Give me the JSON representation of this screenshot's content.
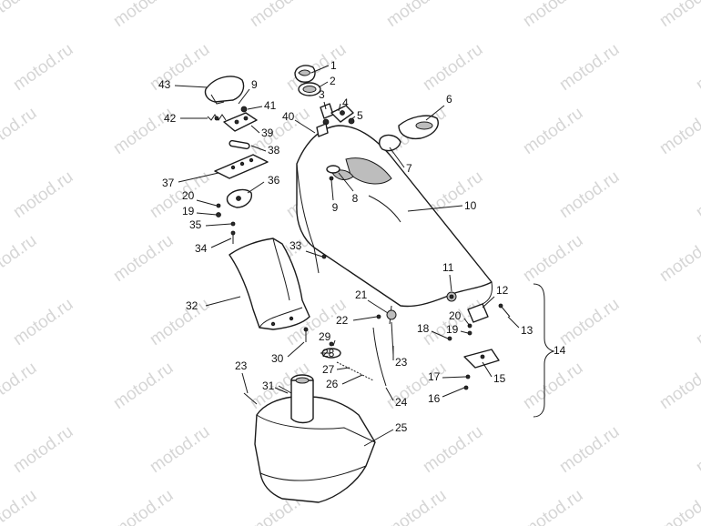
{
  "watermark": "motod.ru",
  "callouts": [
    {
      "id": "1",
      "label": "1"
    },
    {
      "id": "2",
      "label": "2"
    },
    {
      "id": "3",
      "label": "3"
    },
    {
      "id": "4",
      "label": "4"
    },
    {
      "id": "5",
      "label": "5"
    },
    {
      "id": "6",
      "label": "6"
    },
    {
      "id": "7",
      "label": "7"
    },
    {
      "id": "8",
      "label": "8"
    },
    {
      "id": "9a",
      "label": "9"
    },
    {
      "id": "9b",
      "label": "9"
    },
    {
      "id": "10",
      "label": "10"
    },
    {
      "id": "11",
      "label": "11"
    },
    {
      "id": "12",
      "label": "12"
    },
    {
      "id": "13",
      "label": "13"
    },
    {
      "id": "14",
      "label": "14"
    },
    {
      "id": "15",
      "label": "15"
    },
    {
      "id": "16",
      "label": "16"
    },
    {
      "id": "17",
      "label": "17"
    },
    {
      "id": "18",
      "label": "18"
    },
    {
      "id": "19a",
      "label": "19"
    },
    {
      "id": "19b",
      "label": "19"
    },
    {
      "id": "20a",
      "label": "20"
    },
    {
      "id": "20b",
      "label": "20"
    },
    {
      "id": "21",
      "label": "21"
    },
    {
      "id": "22",
      "label": "22"
    },
    {
      "id": "23a",
      "label": "23"
    },
    {
      "id": "23b",
      "label": "23"
    },
    {
      "id": "24",
      "label": "24"
    },
    {
      "id": "25",
      "label": "25"
    },
    {
      "id": "26",
      "label": "26"
    },
    {
      "id": "27",
      "label": "27"
    },
    {
      "id": "28",
      "label": "28"
    },
    {
      "id": "29",
      "label": "29"
    },
    {
      "id": "30",
      "label": "30"
    },
    {
      "id": "31",
      "label": "31"
    },
    {
      "id": "32",
      "label": "32"
    },
    {
      "id": "33",
      "label": "33"
    },
    {
      "id": "34",
      "label": "34"
    },
    {
      "id": "35",
      "label": "35"
    },
    {
      "id": "36",
      "label": "36"
    },
    {
      "id": "37",
      "label": "37"
    },
    {
      "id": "38",
      "label": "38"
    },
    {
      "id": "39",
      "label": "39"
    },
    {
      "id": "40",
      "label": "40"
    },
    {
      "id": "41",
      "label": "41"
    },
    {
      "id": "42",
      "label": "42"
    },
    {
      "id": "43",
      "label": "43"
    }
  ]
}
